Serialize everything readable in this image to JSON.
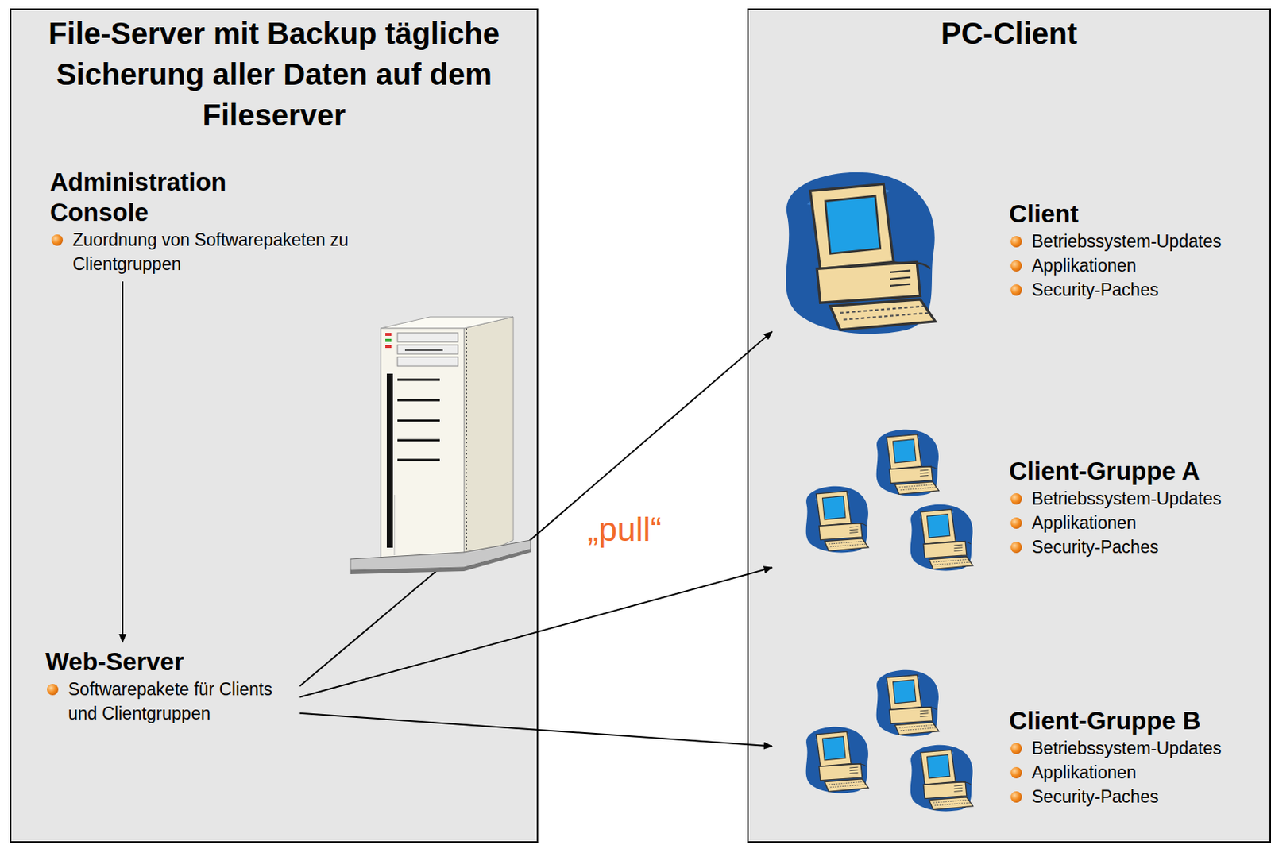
{
  "diagram": {
    "nodes": [
      {
        "text": [
          "File-Server mit Backup tägliche Sicherung aller Daten auf dem Fileserver"
        ]
      },
      {
        "text": [
          "Administration Console",
          "Zuordnung von Softwarepaketen zu Clientgruppen"
        ],
        "in": 0
      },
      {
        "text": [
          "Web-Server",
          "Softwarepakete für Clients und Clientgruppen"
        ],
        "in": 0
      },
      {
        "text": [
          "PC-Client"
        ]
      },
      {
        "text": [
          "Client",
          "Betriebssystem-Updates",
          "Applikationen",
          "Security-Paches"
        ],
        "in": 3
      },
      {
        "text": [
          "Client-Gruppe A",
          "Betriebssystem-Updates",
          "Applikationen",
          "Security-Paches"
        ],
        "in": 3
      },
      {
        "text": [
          "Client-Gruppe B",
          "Betriebssystem-Updates",
          "Applikationen",
          "Security-Paches"
        ],
        "in": 3
      }
    ],
    "edges": [
      {
        "from": 1,
        "to": 2,
        "arrow": "to"
      },
      {
        "from": 2,
        "to": 4,
        "arrow": "to"
      },
      {
        "from": 2,
        "to": 5,
        "arrow": "to"
      },
      {
        "from": 2,
        "to": 6,
        "arrow": "to"
      }
    ],
    "labels": [
      "„pull“"
    ]
  }
}
